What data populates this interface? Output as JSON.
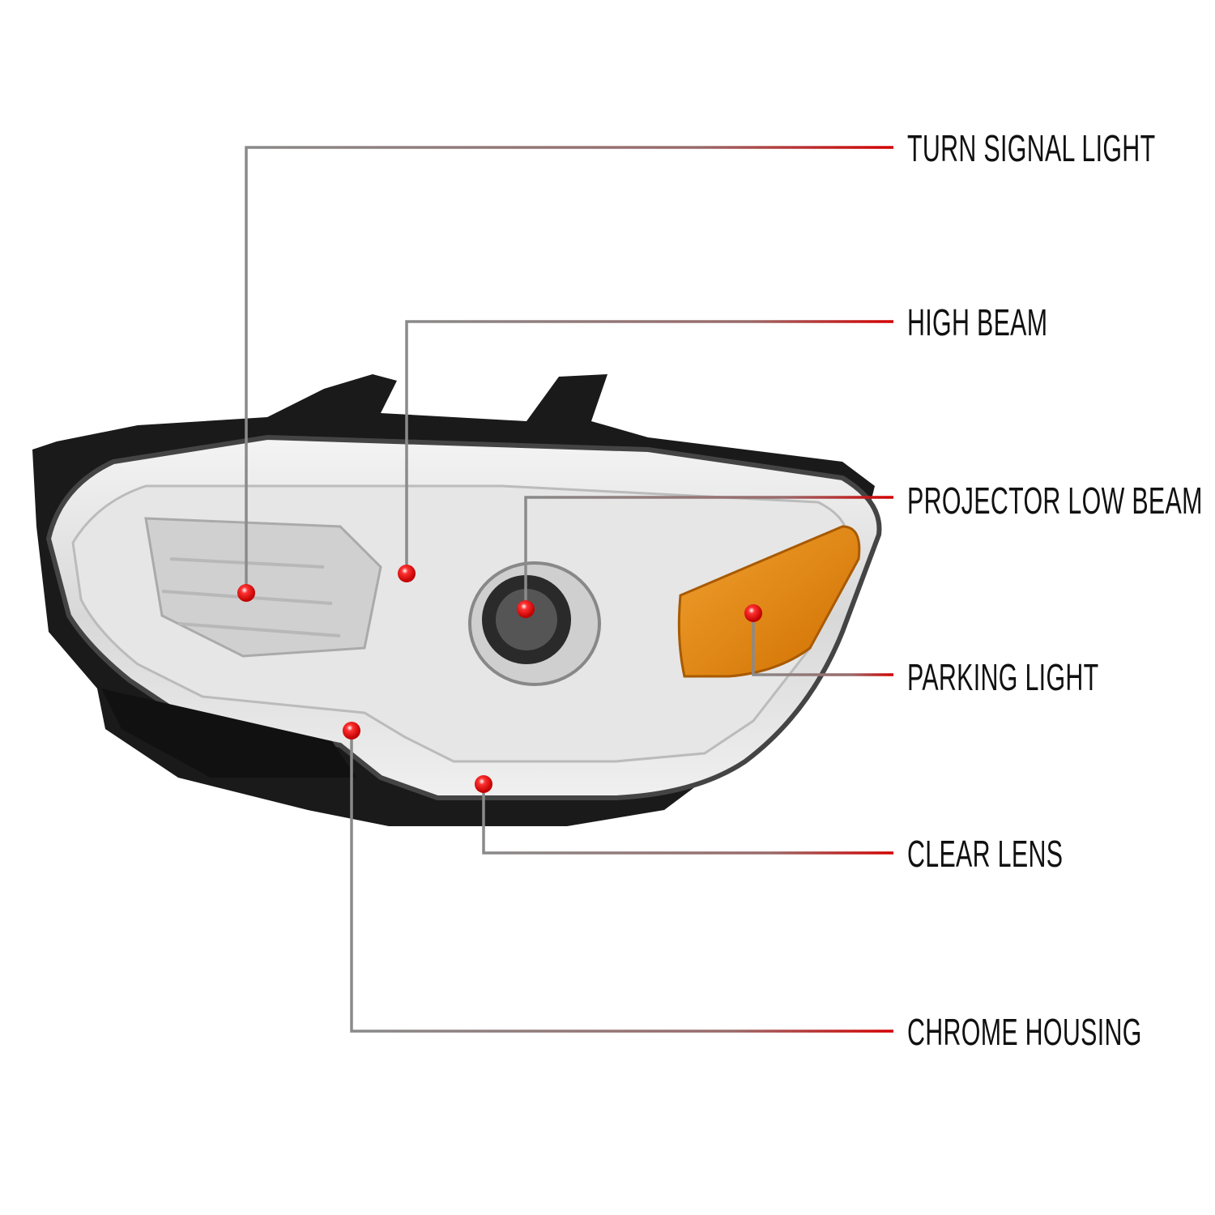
{
  "colors": {
    "line_start": "#8a8a8a",
    "line_end": "#d40000",
    "dot": "#e00000",
    "amber": "#e08a10",
    "text": "#111111"
  },
  "callouts": [
    {
      "label": "TURN SIGNAL LIGHT"
    },
    {
      "label": "HIGH BEAM"
    },
    {
      "label": "PROJECTOR LOW BEAM"
    },
    {
      "label": "PARKING LIGHT"
    },
    {
      "label": "CLEAR LENS"
    },
    {
      "label": "CHROME HOUSING"
    }
  ]
}
